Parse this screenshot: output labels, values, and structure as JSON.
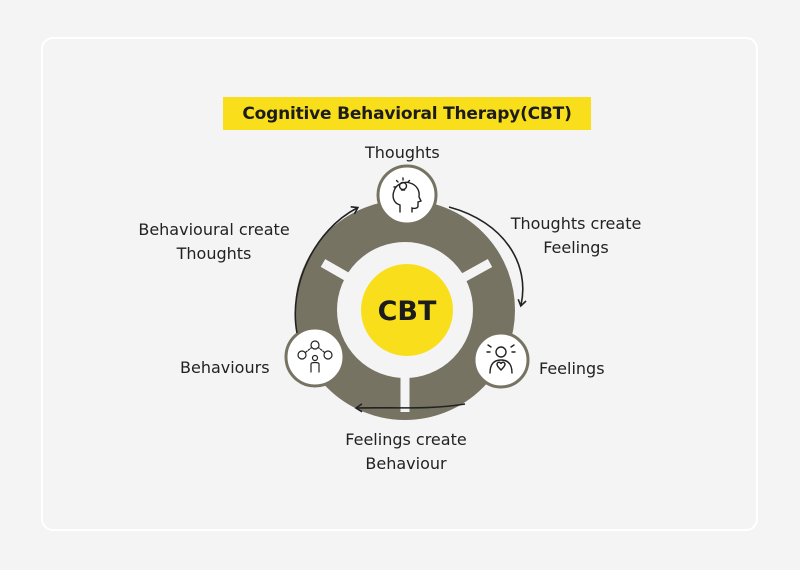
{
  "title": "Cognitive Behavioral Therapy(CBT)",
  "center_label": "CBT",
  "nodes": {
    "thoughts": {
      "label": "Thoughts",
      "icon": "head-lightbulb-icon"
    },
    "feelings": {
      "label": "Feelings",
      "icon": "person-heart-icon"
    },
    "behaviours": {
      "label": "Behaviours",
      "icon": "person-emotions-icon"
    }
  },
  "transitions": {
    "thoughts_to_feelings": {
      "line1": "Thoughts create",
      "line2": "Feelings"
    },
    "feelings_to_behaviour": {
      "line1": "Feelings create",
      "line2": "Behaviour"
    },
    "behaviour_to_thoughts": {
      "line1": "Behavioural create",
      "line2": "Thoughts"
    }
  },
  "colors": {
    "background": "#f4f4f4",
    "accent_yellow": "#f9df1b",
    "ring": "#767363",
    "arrow": "#222222"
  }
}
